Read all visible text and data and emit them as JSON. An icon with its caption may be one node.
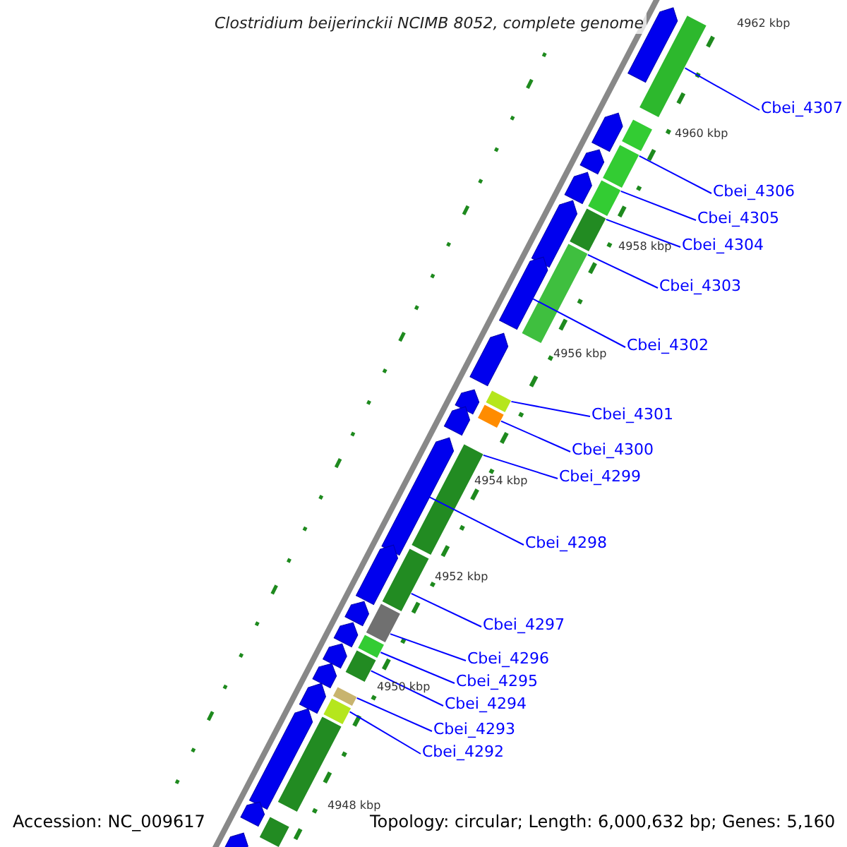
{
  "diagram": {
    "title": "Clostridium beijerinckii NCIMB 8052, complete genome",
    "nodes": [
      {
        "text": [
          "Cbei_4307"
        ]
      },
      {
        "text": [
          "Cbei_4306"
        ]
      },
      {
        "text": [
          "Cbei_4305"
        ]
      },
      {
        "text": [
          "Cbei_4304"
        ]
      },
      {
        "text": [
          "Cbei_4303"
        ]
      },
      {
        "text": [
          "Cbei_4302"
        ]
      },
      {
        "text": [
          "Cbei_4301"
        ]
      },
      {
        "text": [
          "Cbei_4300"
        ]
      },
      {
        "text": [
          "Cbei_4299"
        ]
      },
      {
        "text": [
          "Cbei_4298"
        ]
      },
      {
        "text": [
          "Cbei_4297"
        ]
      },
      {
        "text": [
          "Cbei_4296"
        ]
      },
      {
        "text": [
          "Cbei_4295"
        ]
      },
      {
        "text": [
          "Cbei_4294"
        ]
      },
      {
        "text": [
          "Cbei_4293"
        ]
      },
      {
        "text": [
          "Cbei_4292"
        ]
      },
      {
        "text": [],
        "shape": "pentagon"
      },
      {
        "text": [],
        "shape": "bar"
      },
      {
        "text": [],
        "shape": "pentagon"
      },
      {
        "text": [],
        "shape": "bar"
      },
      {
        "text": [],
        "shape": "pentagon"
      },
      {
        "text": [],
        "shape": "bar"
      },
      {
        "text": [],
        "shape": "pentagon"
      },
      {
        "text": [],
        "shape": "bar"
      },
      {
        "text": [],
        "shape": "pentagon"
      },
      {
        "text": [],
        "shape": "bar"
      },
      {
        "text": [],
        "shape": "bar"
      },
      {
        "text": [],
        "shape": "pentagon"
      },
      {
        "text": [],
        "shape": "pentagon"
      },
      {
        "text": [],
        "shape": "pentagon"
      },
      {
        "text": [],
        "shape": "bar"
      },
      {
        "text": [],
        "shape": "pentagon"
      },
      {
        "text": [],
        "shape": "bar"
      },
      {
        "text": [],
        "shape": "pentagon"
      },
      {
        "text": [],
        "shape": "bar"
      },
      {
        "text": [],
        "shape": "pentagon"
      },
      {
        "text": [],
        "shape": "bar"
      },
      {
        "text": [],
        "shape": "pentagon"
      },
      {
        "text": [],
        "shape": "bar"
      },
      {
        "text": [],
        "shape": "pentagon"
      },
      {
        "text": [],
        "shape": "bar"
      },
      {
        "text": [],
        "shape": "pentagon"
      },
      {
        "text": [],
        "shape": "bar"
      },
      {
        "text": [],
        "shape": "pentagon"
      },
      {
        "text": [],
        "shape": "pentagon"
      },
      {
        "text": [],
        "shape": "bar"
      },
      {
        "text": [],
        "shape": "bar"
      },
      {
        "text": [],
        "shape": "pentagon"
      },
      {
        "text": [],
        "shape": "bar"
      },
      {
        "text": [],
        "shape": "pentagon"
      },
      {
        "text": [],
        "shape": "bar"
      },
      {
        "text": [],
        "shape": "pentagon"
      }
    ],
    "edges": [
      {
        "from": 0,
        "to": 17,
        "arrow": "none"
      },
      {
        "from": 1,
        "to": 21,
        "arrow": "none"
      },
      {
        "from": 2,
        "to": 23,
        "arrow": "none"
      },
      {
        "from": 3,
        "to": 25,
        "arrow": "none"
      },
      {
        "from": 4,
        "to": 26,
        "arrow": "none"
      },
      {
        "from": 5,
        "to": 27,
        "arrow": "none"
      },
      {
        "from": 6,
        "to": 30,
        "arrow": "none"
      },
      {
        "from": 7,
        "to": 32,
        "arrow": "none"
      },
      {
        "from": 8,
        "to": 34,
        "arrow": "none"
      },
      {
        "from": 9,
        "to": 33,
        "arrow": "none"
      },
      {
        "from": 10,
        "to": 36,
        "arrow": "none"
      },
      {
        "from": 11,
        "to": 38,
        "arrow": "none"
      },
      {
        "from": 12,
        "to": 40,
        "arrow": "none"
      },
      {
        "from": 13,
        "to": 42,
        "arrow": "none"
      },
      {
        "from": 14,
        "to": 45,
        "arrow": "none"
      },
      {
        "from": 15,
        "to": 46,
        "arrow": "none"
      }
    ],
    "labels": [
      "4962 kbp",
      "4960 kbp",
      "4958 kbp",
      "4956 kbp",
      "4954 kbp",
      "4952 kbp",
      "4950 kbp",
      "4948 kbp",
      "Accession: NC_009617",
      "Topology: circular; Length: 6,000,632 bp; Genes: 5,160"
    ]
  }
}
